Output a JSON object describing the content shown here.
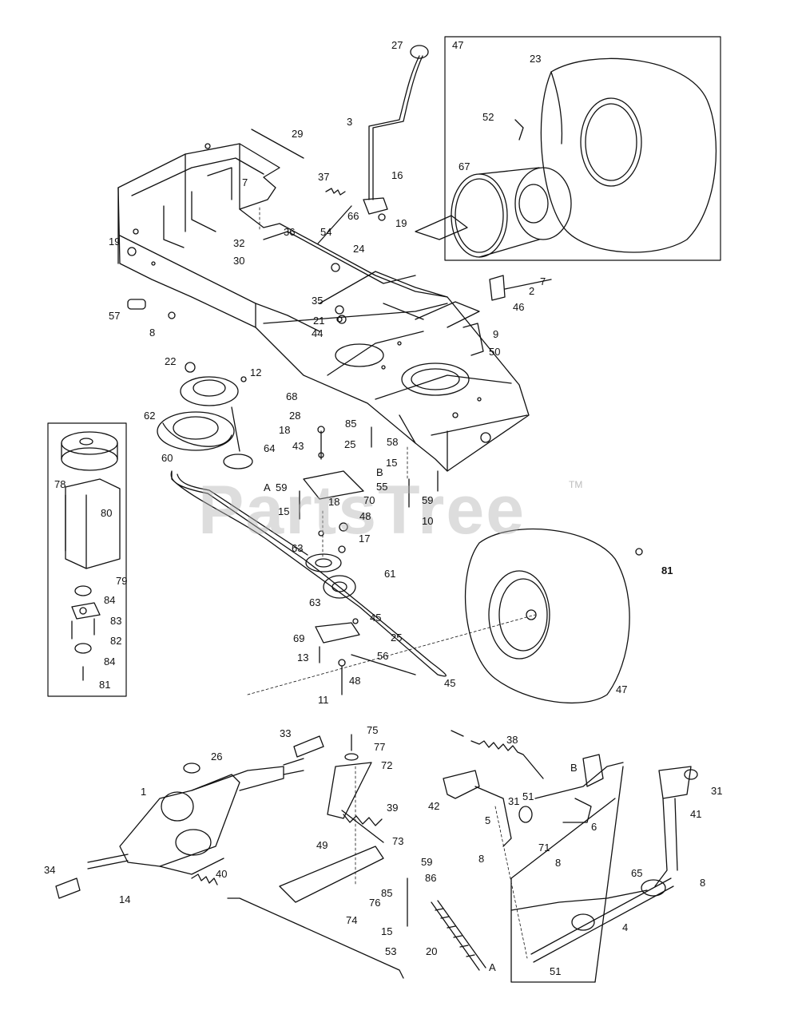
{
  "watermark": {
    "text": "PartsTree",
    "tm": "TM"
  },
  "inset_boxes": {
    "wheel_inset": "47",
    "pulley_inset": ""
  },
  "callouts": [
    {
      "id": "c27",
      "t": "27"
    },
    {
      "id": "c3",
      "t": "3"
    },
    {
      "id": "c29",
      "t": "29"
    },
    {
      "id": "c16",
      "t": "16"
    },
    {
      "id": "c37",
      "t": "37"
    },
    {
      "id": "c7a",
      "t": "7"
    },
    {
      "id": "c66",
      "t": "66"
    },
    {
      "id": "c19a",
      "t": "19"
    },
    {
      "id": "c36",
      "t": "36"
    },
    {
      "id": "c54",
      "t": "54"
    },
    {
      "id": "c32",
      "t": "32"
    },
    {
      "id": "c24",
      "t": "24"
    },
    {
      "id": "c30",
      "t": "30"
    },
    {
      "id": "c19b",
      "t": "19"
    },
    {
      "id": "c57",
      "t": "57"
    },
    {
      "id": "c8a",
      "t": "8"
    },
    {
      "id": "c35",
      "t": "35"
    },
    {
      "id": "c21",
      "t": "21"
    },
    {
      "id": "c44",
      "t": "44"
    },
    {
      "id": "c23",
      "t": "23"
    },
    {
      "id": "c52",
      "t": "52"
    },
    {
      "id": "c67",
      "t": "67"
    },
    {
      "id": "c7b",
      "t": "7"
    },
    {
      "id": "c2",
      "t": "2"
    },
    {
      "id": "c46",
      "t": "46"
    },
    {
      "id": "c9",
      "t": "9"
    },
    {
      "id": "c50",
      "t": "50"
    },
    {
      "id": "c22",
      "t": "22"
    },
    {
      "id": "c12",
      "t": "12"
    },
    {
      "id": "c68",
      "t": "68"
    },
    {
      "id": "c62",
      "t": "62"
    },
    {
      "id": "c28",
      "t": "28"
    },
    {
      "id": "c18a",
      "t": "18"
    },
    {
      "id": "c85a",
      "t": "85"
    },
    {
      "id": "c58",
      "t": "58"
    },
    {
      "id": "c43",
      "t": "43"
    },
    {
      "id": "c25a",
      "t": "25"
    },
    {
      "id": "c15a",
      "t": "15"
    },
    {
      "id": "c60",
      "t": "60"
    },
    {
      "id": "c64",
      "t": "64"
    },
    {
      "id": "cB1",
      "t": "B"
    },
    {
      "id": "cA1",
      "t": "A"
    },
    {
      "id": "c59a",
      "t": "59"
    },
    {
      "id": "c55",
      "t": "55"
    },
    {
      "id": "c70",
      "t": "70"
    },
    {
      "id": "c18b",
      "t": "18"
    },
    {
      "id": "c59b",
      "t": "59"
    },
    {
      "id": "c15b",
      "t": "15"
    },
    {
      "id": "c10",
      "t": "10"
    },
    {
      "id": "c48a",
      "t": "48"
    },
    {
      "id": "c17",
      "t": "17"
    },
    {
      "id": "c78",
      "t": "78"
    },
    {
      "id": "c80",
      "t": "80"
    },
    {
      "id": "c79",
      "t": "79"
    },
    {
      "id": "c84a",
      "t": "84"
    },
    {
      "id": "c83",
      "t": "83"
    },
    {
      "id": "c82",
      "t": "82"
    },
    {
      "id": "c84b",
      "t": "84"
    },
    {
      "id": "c81a",
      "t": "81"
    },
    {
      "id": "c63a",
      "t": "63"
    },
    {
      "id": "c61",
      "t": "61"
    },
    {
      "id": "c63b",
      "t": "63"
    },
    {
      "id": "c81b",
      "t": "81"
    },
    {
      "id": "c45a",
      "t": "45"
    },
    {
      "id": "c69",
      "t": "69"
    },
    {
      "id": "c25b",
      "t": "25"
    },
    {
      "id": "c13",
      "t": "13"
    },
    {
      "id": "c56",
      "t": "56"
    },
    {
      "id": "c48b",
      "t": "48"
    },
    {
      "id": "c45b",
      "t": "45"
    },
    {
      "id": "c11",
      "t": "11"
    },
    {
      "id": "c47b",
      "t": "47"
    },
    {
      "id": "c33",
      "t": "33"
    },
    {
      "id": "c75",
      "t": "75"
    },
    {
      "id": "c77",
      "t": "77"
    },
    {
      "id": "c38",
      "t": "38"
    },
    {
      "id": "c26",
      "t": "26"
    },
    {
      "id": "c72",
      "t": "72"
    },
    {
      "id": "cB2",
      "t": "B"
    },
    {
      "id": "c31a",
      "t": "31"
    },
    {
      "id": "c1",
      "t": "1"
    },
    {
      "id": "c42",
      "t": "42"
    },
    {
      "id": "c51a",
      "t": "51"
    },
    {
      "id": "c39",
      "t": "39"
    },
    {
      "id": "c5",
      "t": "5"
    },
    {
      "id": "c41",
      "t": "41"
    },
    {
      "id": "c6",
      "t": "6"
    },
    {
      "id": "c73",
      "t": "73"
    },
    {
      "id": "c49",
      "t": "49"
    },
    {
      "id": "c71",
      "t": "71"
    },
    {
      "id": "c8b",
      "t": "8"
    },
    {
      "id": "c8c",
      "t": "8"
    },
    {
      "id": "c34",
      "t": "34"
    },
    {
      "id": "c40",
      "t": "40"
    },
    {
      "id": "c59c",
      "t": "59"
    },
    {
      "id": "c86",
      "t": "86"
    },
    {
      "id": "c65",
      "t": "65"
    },
    {
      "id": "c8d",
      "t": "8"
    },
    {
      "id": "c14",
      "t": "14"
    },
    {
      "id": "c76",
      "t": "76"
    },
    {
      "id": "c85b",
      "t": "85"
    },
    {
      "id": "c74",
      "t": "74"
    },
    {
      "id": "c4",
      "t": "4"
    },
    {
      "id": "c15c",
      "t": "15"
    },
    {
      "id": "c53",
      "t": "53"
    },
    {
      "id": "c20",
      "t": "20"
    },
    {
      "id": "cA2",
      "t": "A"
    },
    {
      "id": "c51b",
      "t": "51"
    }
  ]
}
